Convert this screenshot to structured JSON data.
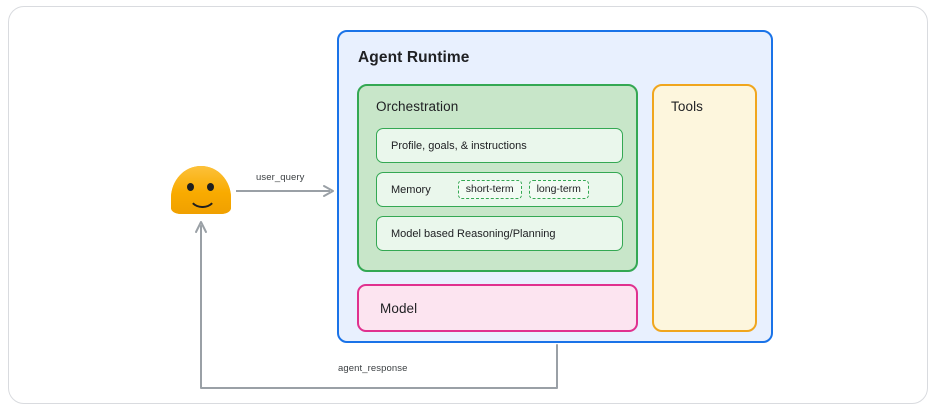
{
  "diagram": {
    "actor": {
      "icon": "user-avatar-blob-emoji",
      "expression": "smiling"
    },
    "edges": [
      {
        "id": "user-query",
        "label": "user_query",
        "from": "user",
        "to": "agent-runtime",
        "color": "#9aa0a6"
      },
      {
        "id": "agent-response",
        "label": "agent_response",
        "from": "agent-runtime",
        "to": "user",
        "color": "#9aa0a6"
      }
    ],
    "agent_runtime": {
      "title": "Agent Runtime",
      "border_color": "#1a73e8",
      "fill_color": "#e8f0fe",
      "orchestration": {
        "title": "Orchestration",
        "border_color": "#34a853",
        "fill_color": "#c8e6c9",
        "rows": [
          {
            "label": "Profile, goals, & instructions",
            "chips": []
          },
          {
            "label": "Memory",
            "chips": [
              "short-term",
              "long-term"
            ]
          },
          {
            "label": "Model based Reasoning/Planning",
            "chips": []
          }
        ]
      },
      "model": {
        "title": "Model",
        "border_color": "#e0318f",
        "fill_color": "#fce4f0"
      },
      "tools": {
        "title": "Tools",
        "border_color": "#f0a61e",
        "fill_color": "#fdf6dd"
      }
    }
  }
}
